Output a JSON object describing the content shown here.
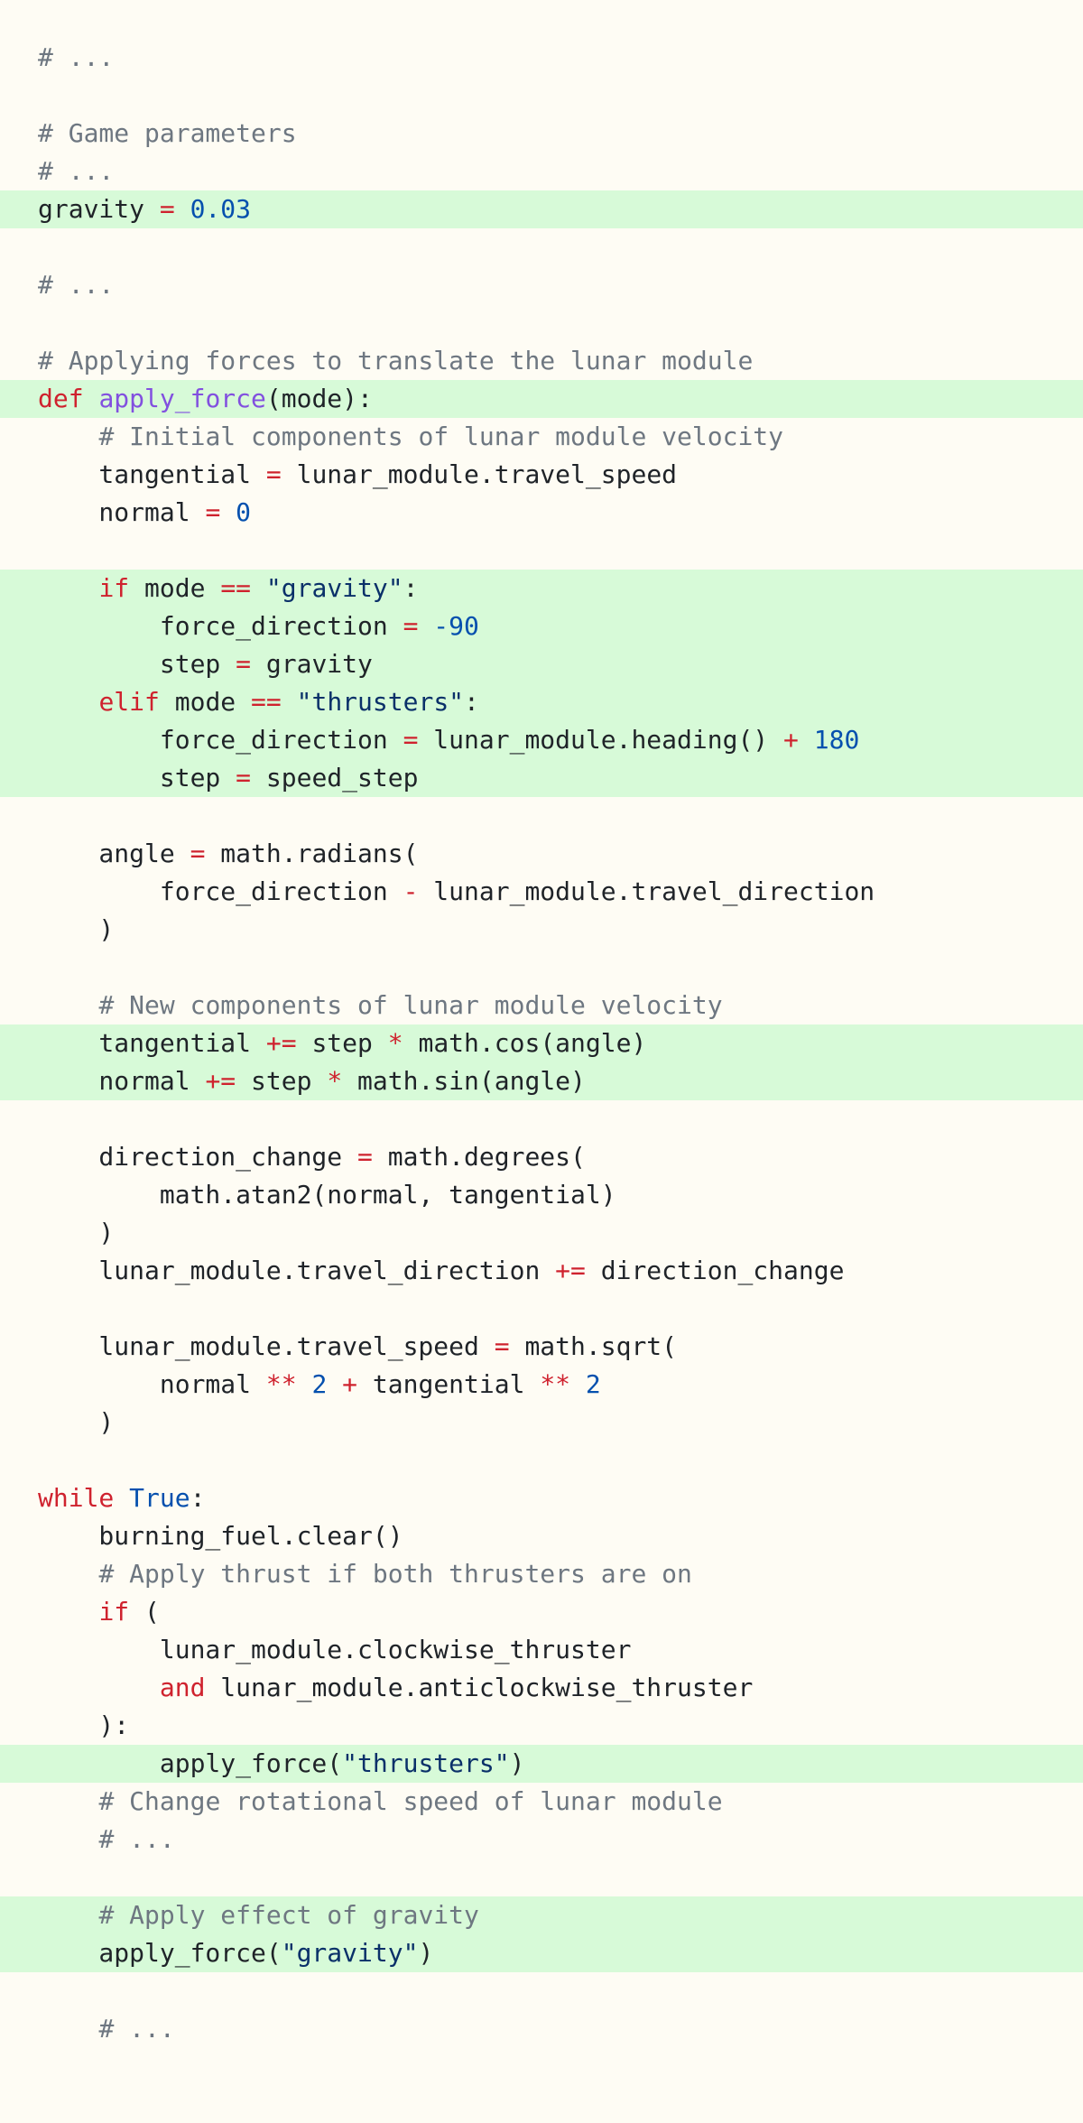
{
  "colors": {
    "background": "#fefcf4",
    "highlight": "#d7fad8",
    "comment": "#6e7781",
    "keyword": "#cf222e",
    "function": "#8250df",
    "number": "#0550ae",
    "string": "#0a3069",
    "text": "#1f2328"
  },
  "code_lines": [
    {
      "hl": false,
      "tokens": [
        [
          "comment",
          "# ..."
        ]
      ]
    },
    {
      "hl": false,
      "tokens": []
    },
    {
      "hl": false,
      "tokens": [
        [
          "comment",
          "# Game parameters"
        ]
      ]
    },
    {
      "hl": false,
      "tokens": [
        [
          "comment",
          "# ..."
        ]
      ]
    },
    {
      "hl": true,
      "tokens": [
        [
          "text",
          "gravity "
        ],
        [
          "op",
          "="
        ],
        [
          "text",
          " "
        ],
        [
          "number",
          "0.03"
        ]
      ]
    },
    {
      "hl": false,
      "tokens": []
    },
    {
      "hl": false,
      "tokens": [
        [
          "comment",
          "# ..."
        ]
      ]
    },
    {
      "hl": false,
      "tokens": []
    },
    {
      "hl": false,
      "tokens": [
        [
          "comment",
          "# Applying forces to translate the lunar module"
        ]
      ]
    },
    {
      "hl": true,
      "tokens": [
        [
          "keyword",
          "def"
        ],
        [
          "text",
          " "
        ],
        [
          "func",
          "apply_force"
        ],
        [
          "text",
          "(mode):"
        ]
      ]
    },
    {
      "hl": false,
      "tokens": [
        [
          "text",
          "    "
        ],
        [
          "comment",
          "# Initial components of lunar module velocity"
        ]
      ]
    },
    {
      "hl": false,
      "tokens": [
        [
          "text",
          "    tangential "
        ],
        [
          "op",
          "="
        ],
        [
          "text",
          " lunar_module.travel_speed"
        ]
      ]
    },
    {
      "hl": false,
      "tokens": [
        [
          "text",
          "    normal "
        ],
        [
          "op",
          "="
        ],
        [
          "text",
          " "
        ],
        [
          "number",
          "0"
        ]
      ]
    },
    {
      "hl": false,
      "tokens": []
    },
    {
      "hl": true,
      "tokens": [
        [
          "text",
          "    "
        ],
        [
          "keyword",
          "if"
        ],
        [
          "text",
          " mode "
        ],
        [
          "op",
          "=="
        ],
        [
          "text",
          " "
        ],
        [
          "string",
          "\"gravity\""
        ],
        [
          "text",
          ":"
        ]
      ]
    },
    {
      "hl": true,
      "tokens": [
        [
          "text",
          "        force_direction "
        ],
        [
          "op",
          "="
        ],
        [
          "text",
          " "
        ],
        [
          "number",
          "-90"
        ]
      ]
    },
    {
      "hl": true,
      "tokens": [
        [
          "text",
          "        step "
        ],
        [
          "op",
          "="
        ],
        [
          "text",
          " gravity"
        ]
      ]
    },
    {
      "hl": true,
      "tokens": [
        [
          "text",
          "    "
        ],
        [
          "keyword",
          "elif"
        ],
        [
          "text",
          " mode "
        ],
        [
          "op",
          "=="
        ],
        [
          "text",
          " "
        ],
        [
          "string",
          "\"thrusters\""
        ],
        [
          "text",
          ":"
        ]
      ]
    },
    {
      "hl": true,
      "tokens": [
        [
          "text",
          "        force_direction "
        ],
        [
          "op",
          "="
        ],
        [
          "text",
          " lunar_module.heading() "
        ],
        [
          "op",
          "+"
        ],
        [
          "text",
          " "
        ],
        [
          "number",
          "180"
        ]
      ]
    },
    {
      "hl": true,
      "tokens": [
        [
          "text",
          "        step "
        ],
        [
          "op",
          "="
        ],
        [
          "text",
          " speed_step"
        ]
      ]
    },
    {
      "hl": false,
      "tokens": []
    },
    {
      "hl": false,
      "tokens": [
        [
          "text",
          "    angle "
        ],
        [
          "op",
          "="
        ],
        [
          "text",
          " math.radians("
        ]
      ]
    },
    {
      "hl": false,
      "tokens": [
        [
          "text",
          "        force_direction "
        ],
        [
          "op",
          "-"
        ],
        [
          "text",
          " lunar_module.travel_direction"
        ]
      ]
    },
    {
      "hl": false,
      "tokens": [
        [
          "text",
          "    )"
        ]
      ]
    },
    {
      "hl": false,
      "tokens": []
    },
    {
      "hl": false,
      "tokens": [
        [
          "text",
          "    "
        ],
        [
          "comment",
          "# New components of lunar module velocity"
        ]
      ]
    },
    {
      "hl": true,
      "tokens": [
        [
          "text",
          "    tangential "
        ],
        [
          "op",
          "+="
        ],
        [
          "text",
          " step "
        ],
        [
          "op",
          "*"
        ],
        [
          "text",
          " math.cos(angle)"
        ]
      ]
    },
    {
      "hl": true,
      "tokens": [
        [
          "text",
          "    normal "
        ],
        [
          "op",
          "+="
        ],
        [
          "text",
          " step "
        ],
        [
          "op",
          "*"
        ],
        [
          "text",
          " math.sin(angle)"
        ]
      ]
    },
    {
      "hl": false,
      "tokens": []
    },
    {
      "hl": false,
      "tokens": [
        [
          "text",
          "    direction_change "
        ],
        [
          "op",
          "="
        ],
        [
          "text",
          " math.degrees("
        ]
      ]
    },
    {
      "hl": false,
      "tokens": [
        [
          "text",
          "        math.atan2(normal, tangential)"
        ]
      ]
    },
    {
      "hl": false,
      "tokens": [
        [
          "text",
          "    )"
        ]
      ]
    },
    {
      "hl": false,
      "tokens": [
        [
          "text",
          "    lunar_module.travel_direction "
        ],
        [
          "op",
          "+="
        ],
        [
          "text",
          " direction_change"
        ]
      ]
    },
    {
      "hl": false,
      "tokens": []
    },
    {
      "hl": false,
      "tokens": [
        [
          "text",
          "    lunar_module.travel_speed "
        ],
        [
          "op",
          "="
        ],
        [
          "text",
          " math.sqrt("
        ]
      ]
    },
    {
      "hl": false,
      "tokens": [
        [
          "text",
          "        normal "
        ],
        [
          "op",
          "**"
        ],
        [
          "text",
          " "
        ],
        [
          "number",
          "2"
        ],
        [
          "text",
          " "
        ],
        [
          "op",
          "+"
        ],
        [
          "text",
          " tangential "
        ],
        [
          "op",
          "**"
        ],
        [
          "text",
          " "
        ],
        [
          "number",
          "2"
        ]
      ]
    },
    {
      "hl": false,
      "tokens": [
        [
          "text",
          "    )"
        ]
      ]
    },
    {
      "hl": false,
      "tokens": []
    },
    {
      "hl": false,
      "tokens": [
        [
          "keyword",
          "while"
        ],
        [
          "text",
          " "
        ],
        [
          "builtin",
          "True"
        ],
        [
          "text",
          ":"
        ]
      ]
    },
    {
      "hl": false,
      "tokens": [
        [
          "text",
          "    burning_fuel.clear()"
        ]
      ]
    },
    {
      "hl": false,
      "tokens": [
        [
          "text",
          "    "
        ],
        [
          "comment",
          "# Apply thrust if both thrusters are on"
        ]
      ]
    },
    {
      "hl": false,
      "tokens": [
        [
          "text",
          "    "
        ],
        [
          "keyword",
          "if"
        ],
        [
          "text",
          " ("
        ]
      ]
    },
    {
      "hl": false,
      "tokens": [
        [
          "text",
          "        lunar_module.clockwise_thruster"
        ]
      ]
    },
    {
      "hl": false,
      "tokens": [
        [
          "text",
          "        "
        ],
        [
          "keyword",
          "and"
        ],
        [
          "text",
          " lunar_module.anticlockwise_thruster"
        ]
      ]
    },
    {
      "hl": false,
      "tokens": [
        [
          "text",
          "    ):"
        ]
      ]
    },
    {
      "hl": true,
      "tokens": [
        [
          "text",
          "        apply_force("
        ],
        [
          "string",
          "\"thrusters\""
        ],
        [
          "text",
          ")"
        ]
      ]
    },
    {
      "hl": false,
      "tokens": [
        [
          "text",
          "    "
        ],
        [
          "comment",
          "# Change rotational speed of lunar module"
        ]
      ]
    },
    {
      "hl": false,
      "tokens": [
        [
          "text",
          "    "
        ],
        [
          "comment",
          "# ..."
        ]
      ]
    },
    {
      "hl": false,
      "tokens": []
    },
    {
      "hl": true,
      "tokens": [
        [
          "text",
          "    "
        ],
        [
          "comment",
          "# Apply effect of gravity"
        ]
      ]
    },
    {
      "hl": true,
      "tokens": [
        [
          "text",
          "    apply_force("
        ],
        [
          "string",
          "\"gravity\""
        ],
        [
          "text",
          ")"
        ]
      ]
    },
    {
      "hl": false,
      "tokens": []
    },
    {
      "hl": false,
      "tokens": [
        [
          "text",
          "    "
        ],
        [
          "comment",
          "# ..."
        ]
      ]
    }
  ]
}
